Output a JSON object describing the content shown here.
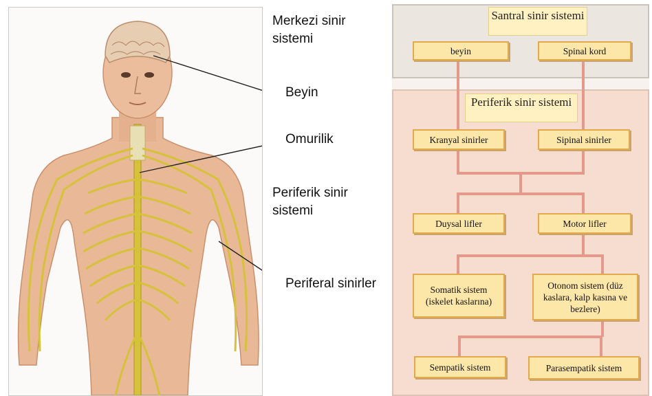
{
  "left_figure": {
    "labels": {
      "cns": "Merkezi sinir sistemi",
      "brain": "Beyin",
      "spinal_cord": "Omurilik",
      "pns": "Periferik sinir sistemi",
      "peripheral_nerves": "Periferal sinirler"
    }
  },
  "flowchart": {
    "cns_title": "Santral sinir sistemi",
    "pns_title": "Periferik sinir sistemi",
    "nodes": {
      "brain": "beyin",
      "spinal_cord": "Spinal kord",
      "cranial_nerves": "Kranyal sinirler",
      "spinal_nerves": "Sipinal sinirler",
      "sensory_fibers": "Duysal lifler",
      "motor_fibers": "Motor lifler",
      "somatic_system": "Somatik sistem (iskelet kaslarına)",
      "autonomic_system": "Otonom sistem (düz kaslara, kalp kasına ve bezlere)",
      "sympathetic_system": "Sempatik sistem",
      "parasympathetic_system": "Parasempatik sistem"
    }
  },
  "colors": {
    "nerve": "#d6c23a",
    "skin": "#e8b99a",
    "node_fill": "#fde7a8",
    "node_border": "#e2a94e",
    "connector": "#e39a8a"
  }
}
